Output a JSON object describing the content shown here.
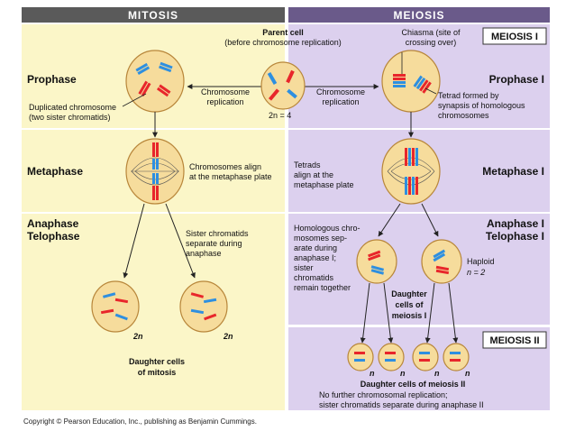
{
  "headers": {
    "mitosis": "MITOSIS",
    "meiosis": "MEIOSIS"
  },
  "parent_cell": {
    "title": "Parent cell",
    "subtitle": "(before chromosome replication)",
    "ploidy": "2n = 4"
  },
  "replication_left": [
    "Chromosome",
    "replication"
  ],
  "replication_right": [
    "Chromosome",
    "replication"
  ],
  "chiasma": [
    "Chiasma (site of",
    "crossing over)"
  ],
  "meiosis_i_box": "MEIOSIS I",
  "meiosis_ii_box": "MEIOSIS II",
  "stages_left": {
    "prophase": "Prophase",
    "metaphase": "Metaphase",
    "anaphase": "Anaphase",
    "telophase": "Telophase"
  },
  "stages_right": {
    "prophase": "Prophase I",
    "metaphase": "Metaphase I",
    "anaphase": "Anaphase I",
    "telophase": "Telophase I"
  },
  "duplicated_chromosome": [
    "Duplicated chromosome",
    "(two sister chromatids)"
  ],
  "tetrad_formed": [
    "Tetrad formed by",
    "synapsis of homologous",
    "chromosomes"
  ],
  "chromosomes_align": [
    "Chromosomes align",
    "at the metaphase plate"
  ],
  "tetrads_align": [
    "Tetrads",
    "align at the",
    "metaphase plate"
  ],
  "sister_separate": [
    "Sister chromatids",
    "separate during",
    "anaphase"
  ],
  "homologous_separate": [
    "Homologous chro-",
    "mosomes sep-",
    "arate during",
    "anaphase I;",
    "sister",
    "chromatids",
    "remain together"
  ],
  "haploid": [
    "Haploid",
    "n = 2"
  ],
  "daughter_meiosis_i": [
    "Daughter",
    "cells of",
    "meiosis I"
  ],
  "two_n_left": "2n",
  "two_n_right": "2n",
  "daughter_mitosis": [
    "Daughter cells",
    "of mitosis"
  ],
  "n_labels": [
    "n",
    "n",
    "n",
    "n"
  ],
  "daughter_meiosis_ii": "Daughter cells of meiosis II",
  "no_further": [
    "No further chromosomal replication;",
    "sister chromatids separate during anaphase II"
  ],
  "copyright": "Copyright © Pearson Education, Inc., publishing as Benjamin Cummings.",
  "colors": {
    "header_bg": "#5a5a5a",
    "mitosis_bg": "#fbf6c8",
    "meiosis_bg": "#dcd0ee",
    "cell_fill": "#f6dc9c",
    "cell_stroke": "#b8863a",
    "red": "#e8262b",
    "blue": "#2e8fe0"
  }
}
